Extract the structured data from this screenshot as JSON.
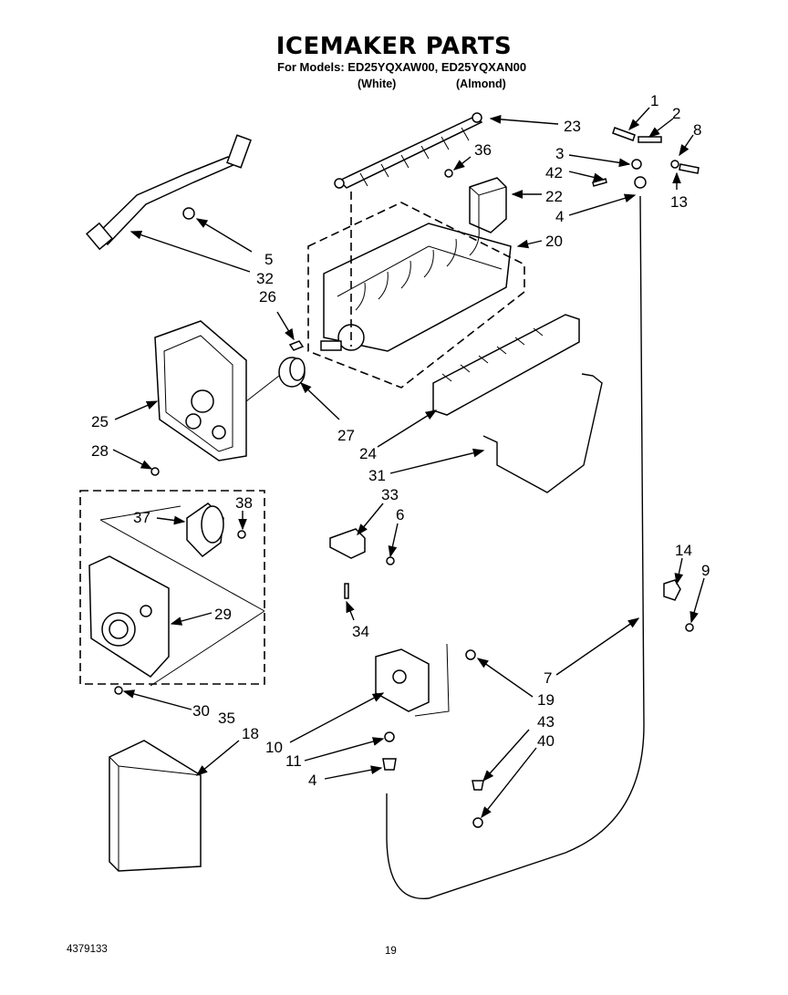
{
  "header": {
    "title": "ICEMAKER PARTS",
    "models_line": "For Models: ED25YQXAW00, ED25YQXAN00",
    "color_white": "(White)",
    "color_almond": "(Almond)"
  },
  "footer": {
    "doc_number": "4379133",
    "page_number": "19"
  },
  "callouts": [
    "1",
    "2",
    "3",
    "4",
    "5",
    "6",
    "7",
    "8",
    "9",
    "10",
    "11",
    "13",
    "14",
    "18",
    "19",
    "20",
    "22",
    "23",
    "24",
    "25",
    "26",
    "27",
    "28",
    "29",
    "30",
    "31",
    "32",
    "33",
    "34",
    "35",
    "36",
    "37",
    "38",
    "40",
    "42",
    "43"
  ],
  "labels": [
    {
      "text": "1"
    },
    {
      "text": "2"
    },
    {
      "text": "8"
    },
    {
      "text": "23"
    },
    {
      "text": "3"
    },
    {
      "text": "36"
    },
    {
      "text": "42"
    },
    {
      "text": "22"
    },
    {
      "text": "13"
    },
    {
      "text": "4"
    },
    {
      "text": "20"
    },
    {
      "text": "5"
    },
    {
      "text": "32"
    },
    {
      "text": "26"
    },
    {
      "text": "25"
    },
    {
      "text": "27"
    },
    {
      "text": "24"
    },
    {
      "text": "28"
    },
    {
      "text": "31"
    },
    {
      "text": "33"
    },
    {
      "text": "6"
    },
    {
      "text": "38"
    },
    {
      "text": "37"
    },
    {
      "text": "14"
    },
    {
      "text": "9"
    },
    {
      "text": "29"
    },
    {
      "text": "34"
    },
    {
      "text": "7"
    },
    {
      "text": "19"
    },
    {
      "text": "30"
    },
    {
      "text": "35"
    },
    {
      "text": "18"
    },
    {
      "text": "43"
    },
    {
      "text": "40"
    },
    {
      "text": "10"
    },
    {
      "text": "11"
    },
    {
      "text": "4"
    }
  ]
}
